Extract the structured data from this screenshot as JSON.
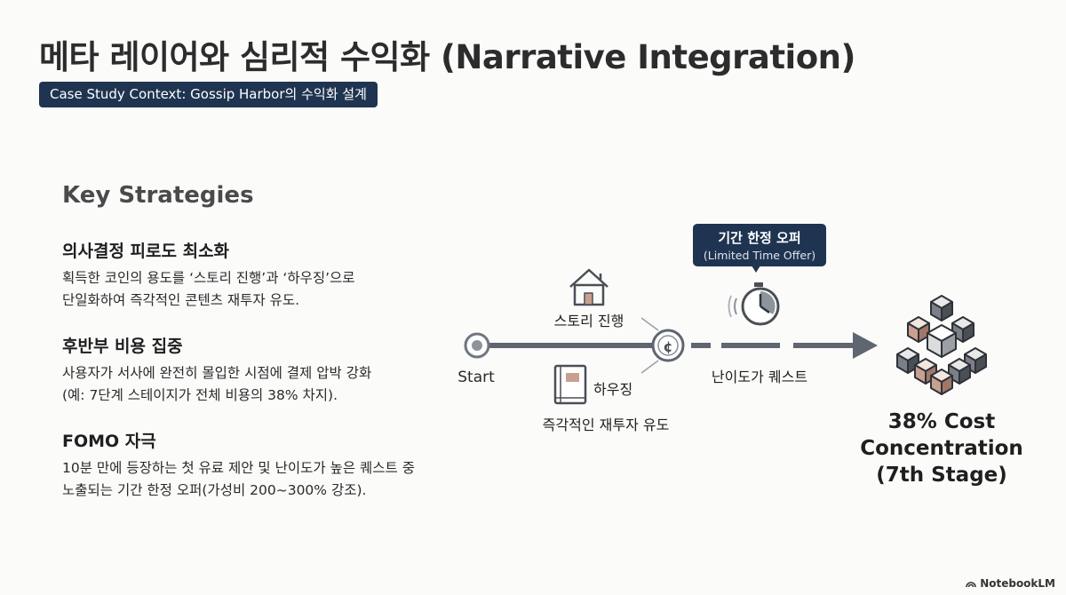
{
  "title": "메타 레이어와 심리적 수익화 (Narrative Integration)",
  "badge": "Case Study Context: Gossip Harbor의 수익화 설계",
  "strategies": {
    "heading": "Key Strategies",
    "items": [
      {
        "title": "의사결정 피로도 최소화",
        "lines": [
          "획득한 코인의 용도를 ‘스토리 진행’과 ‘하우징’으로",
          "단일화하여 즉각적인 콘텐츠 재투자 유도."
        ]
      },
      {
        "title": "후반부 비용 집중",
        "lines": [
          "사용자가 서사에 완전히 몰입한 시점에 결제 압박 강화",
          "(예: 7단계 스테이지가 전체 비용의 38% 차지)."
        ]
      },
      {
        "title": "FOMO 자극",
        "lines": [
          "10분 만에 등장하는 첫 유료 제안 및 난이도가 높은 퀘스트 중",
          "노출되는 기간 한정 오퍼(가성비 200~300% 강조)."
        ]
      }
    ]
  },
  "diagram": {
    "start_label": "Start",
    "story_label": "스토리 진행",
    "housing_label": "하우징",
    "reinvest_label": "즉각적인 재투자 유도",
    "offer_title": "기간 한정 오퍼",
    "offer_subtitle": "(Limited Time Offer)",
    "quest_label": "난이도가 퀘스트",
    "result_lines": [
      "38% Cost",
      "Concentration",
      "(7th Stage)"
    ]
  },
  "colors": {
    "badge_bg": "#1f3450",
    "callout_bg": "#1f3450",
    "line": "#5f6670",
    "accent_cube": "#c9a08f"
  },
  "watermark": "NotebookLM"
}
